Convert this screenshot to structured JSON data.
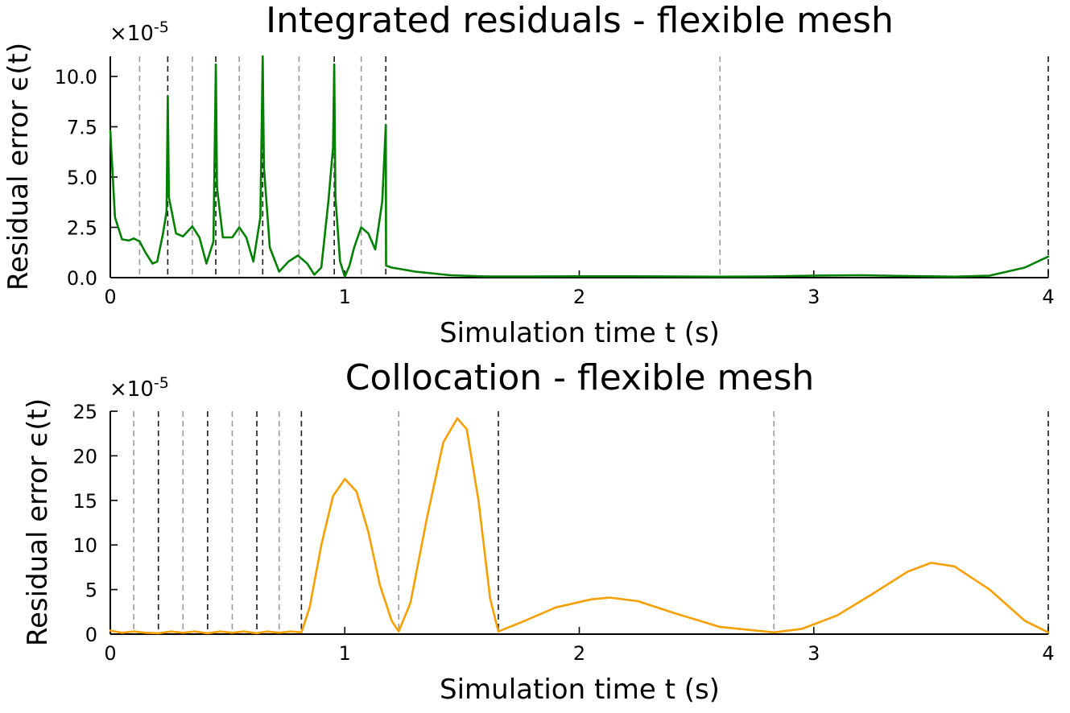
{
  "chart_data": [
    {
      "type": "line",
      "title": "Integrated residuals - flexible mesh",
      "xlabel": "Simulation time t (s)",
      "ylabel": "Residual error ϵ(t)",
      "y_scale_label": "×10",
      "y_scale_exp": "-5",
      "xlim": [
        0,
        4
      ],
      "ylim": [
        0,
        11
      ],
      "xticks": [
        0,
        1,
        2,
        3,
        4
      ],
      "xtick_labels": [
        "0",
        "1",
        "2",
        "3",
        "4"
      ],
      "yticks": [
        0,
        2.5,
        5,
        7.5,
        10
      ],
      "ytick_labels": [
        "0.0",
        "2.5",
        "5.0",
        "7.5",
        "10.0"
      ],
      "grid": false,
      "line_color": "#008000",
      "mesh_lines_major": [
        0.245,
        0.45,
        0.65,
        0.955,
        1.175,
        4.0
      ],
      "mesh_lines_minor": [
        0.125,
        0.35,
        0.55,
        0.805,
        1.07,
        2.6
      ],
      "series": [
        {
          "x": [
            0,
            0.02,
            0.05,
            0.08,
            0.1,
            0.125,
            0.15,
            0.18,
            0.2,
            0.225,
            0.24,
            0.245,
            0.25,
            0.28,
            0.31,
            0.35,
            0.38,
            0.41,
            0.44,
            0.45,
            0.455,
            0.48,
            0.52,
            0.55,
            0.58,
            0.61,
            0.64,
            0.65,
            0.655,
            0.68,
            0.72,
            0.76,
            0.8,
            0.84,
            0.87,
            0.9,
            0.93,
            0.95,
            0.955,
            0.96,
            0.98,
            1.0,
            1.02,
            1.04,
            1.07,
            1.1,
            1.13,
            1.16,
            1.175,
            1.176,
            1.2,
            1.3,
            1.45,
            1.6,
            1.8,
            2.0,
            2.2,
            2.4,
            2.6,
            2.8,
            3.0,
            3.2,
            3.4,
            3.6,
            3.75,
            3.9,
            4.0
          ],
          "y": [
            7.3,
            3.0,
            1.9,
            1.85,
            1.95,
            1.8,
            1.25,
            0.7,
            0.8,
            2.2,
            3.3,
            9.0,
            4.0,
            2.2,
            2.05,
            2.55,
            2.0,
            0.7,
            1.8,
            10.6,
            4.5,
            2.0,
            2.0,
            2.5,
            2.0,
            0.8,
            3.0,
            11.0,
            5.5,
            1.5,
            0.3,
            0.8,
            1.1,
            0.7,
            0.15,
            0.5,
            3.8,
            6.5,
            10.6,
            4.0,
            0.8,
            0.05,
            0.6,
            1.5,
            2.5,
            2.2,
            1.4,
            3.8,
            7.6,
            0.6,
            0.5,
            0.3,
            0.12,
            0.06,
            0.06,
            0.07,
            0.07,
            0.06,
            0.05,
            0.06,
            0.1,
            0.12,
            0.08,
            0.05,
            0.1,
            0.5,
            1.05
          ]
        }
      ]
    },
    {
      "type": "line",
      "title": "Collocation - flexible mesh",
      "xlabel": "Simulation time t (s)",
      "ylabel": "Residual error ϵ(t)",
      "y_scale_label": "×10",
      "y_scale_exp": "-5",
      "xlim": [
        0,
        4
      ],
      "ylim": [
        0,
        25
      ],
      "xticks": [
        0,
        1,
        2,
        3,
        4
      ],
      "xtick_labels": [
        "0",
        "1",
        "2",
        "3",
        "4"
      ],
      "yticks": [
        0,
        5,
        10,
        15,
        20,
        25
      ],
      "ytick_labels": [
        "0",
        "5",
        "10",
        "15",
        "20",
        "25"
      ],
      "grid": false,
      "line_color": "#F5A000",
      "mesh_lines_major": [
        0.205,
        0.415,
        0.625,
        0.815,
        1.655,
        4.0
      ],
      "mesh_lines_minor": [
        0.1,
        0.31,
        0.52,
        0.72,
        1.23,
        2.83
      ],
      "series": [
        {
          "x": [
            0,
            0.05,
            0.1,
            0.15,
            0.205,
            0.26,
            0.31,
            0.36,
            0.415,
            0.47,
            0.52,
            0.57,
            0.625,
            0.67,
            0.72,
            0.77,
            0.815,
            0.85,
            0.9,
            0.95,
            1.0,
            1.05,
            1.1,
            1.15,
            1.2,
            1.23,
            1.28,
            1.35,
            1.42,
            1.48,
            1.52,
            1.57,
            1.62,
            1.655,
            1.75,
            1.9,
            2.05,
            2.13,
            2.25,
            2.4,
            2.6,
            2.83,
            2.95,
            3.1,
            3.25,
            3.4,
            3.5,
            3.6,
            3.75,
            3.9,
            4.0
          ],
          "y": [
            0.4,
            0.15,
            0.3,
            0.15,
            0.1,
            0.3,
            0.15,
            0.3,
            0.1,
            0.3,
            0.15,
            0.3,
            0.1,
            0.3,
            0.15,
            0.3,
            0.2,
            3.0,
            10.0,
            15.5,
            17.4,
            16.0,
            11.5,
            5.5,
            1.5,
            0.3,
            3.5,
            13.0,
            21.5,
            24.2,
            23.0,
            15.0,
            4.0,
            0.3,
            1.3,
            3.0,
            3.9,
            4.1,
            3.7,
            2.4,
            0.8,
            0.2,
            0.6,
            2.1,
            4.5,
            7.0,
            8.0,
            7.6,
            5.0,
            1.5,
            0.2
          ]
        }
      ]
    }
  ]
}
